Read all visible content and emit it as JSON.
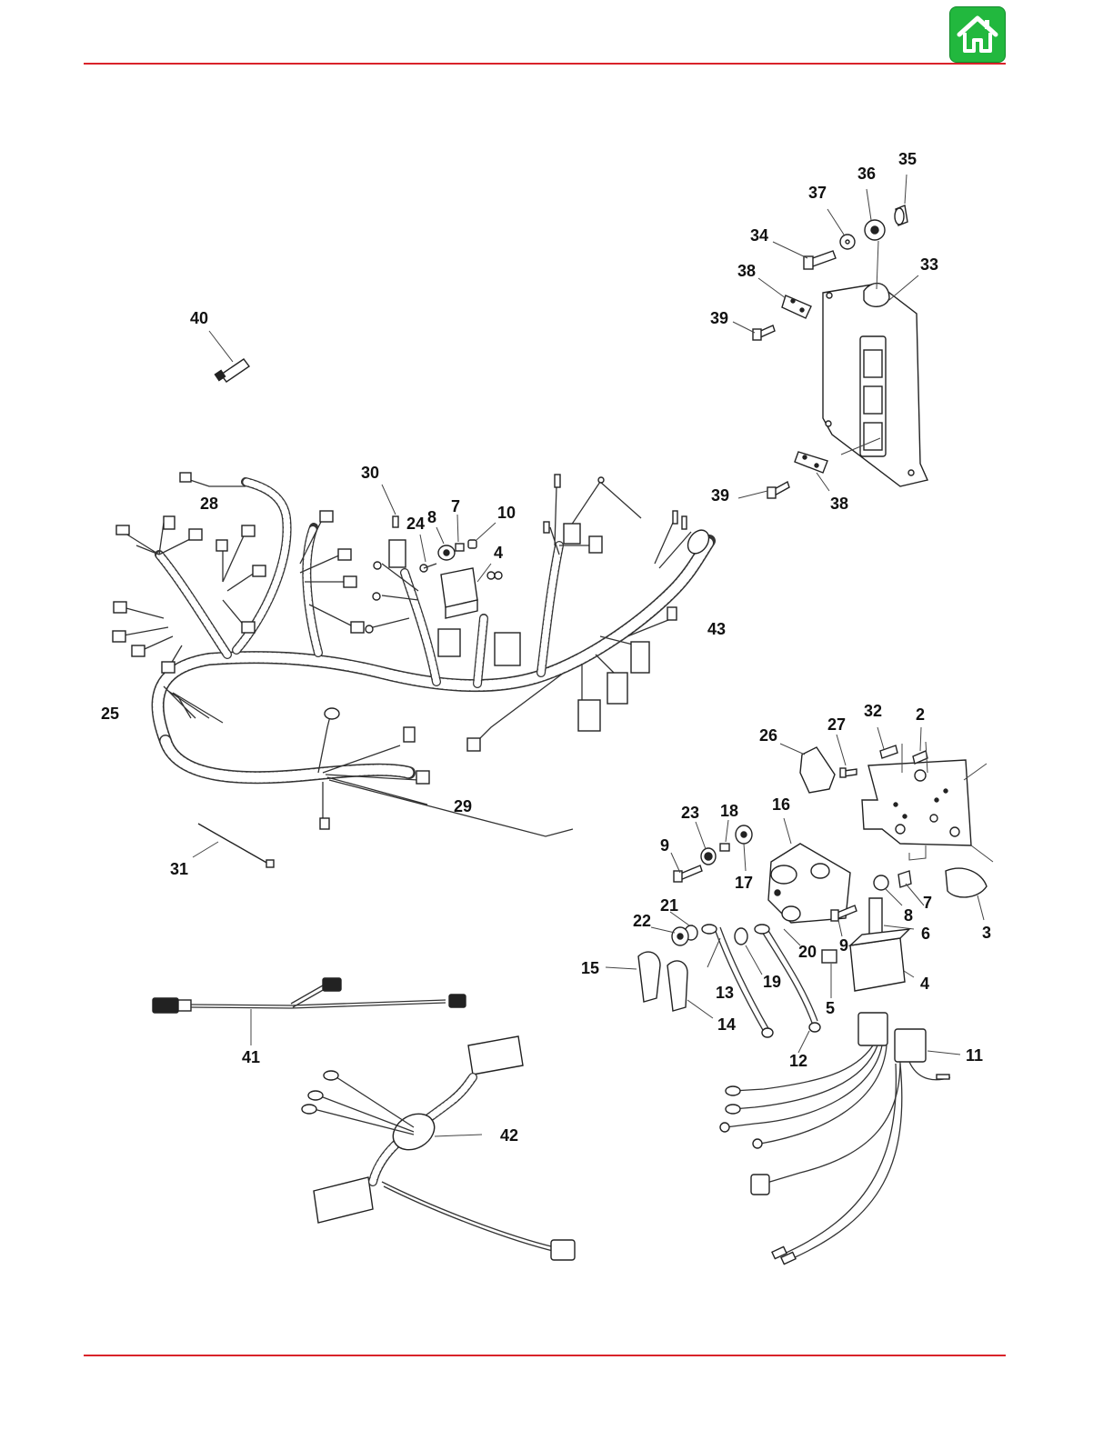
{
  "header": {
    "home_icon": "home-icon",
    "accent_color": "#d9232a",
    "home_color": "#22b83e"
  },
  "callouts": {
    "c40": "40",
    "c28": "28",
    "c30": "30",
    "c24": "24",
    "c8a": "8",
    "c7a": "7",
    "c10": "10",
    "c4a": "4",
    "c43": "43",
    "c25": "25",
    "c29": "29",
    "c31": "31",
    "c35": "35",
    "c36": "36",
    "c37": "37",
    "c34": "34",
    "c38a": "38",
    "c33": "33",
    "c39a": "39",
    "c39b": "39",
    "c38b": "38",
    "c32": "32",
    "c2": "2",
    "c26": "26",
    "c27": "27",
    "c23": "23",
    "c18": "18",
    "c16": "16",
    "c9a": "9",
    "c17": "17",
    "c8b": "8",
    "c7b": "7",
    "c3": "3",
    "c6": "6",
    "c9b": "9",
    "c21": "21",
    "c22": "22",
    "c20": "20",
    "c15": "15",
    "c13": "13",
    "c19": "19",
    "c5": "5",
    "c4b": "4",
    "c14": "14",
    "c12": "12",
    "c11": "11",
    "c41": "41",
    "c42": "42"
  }
}
